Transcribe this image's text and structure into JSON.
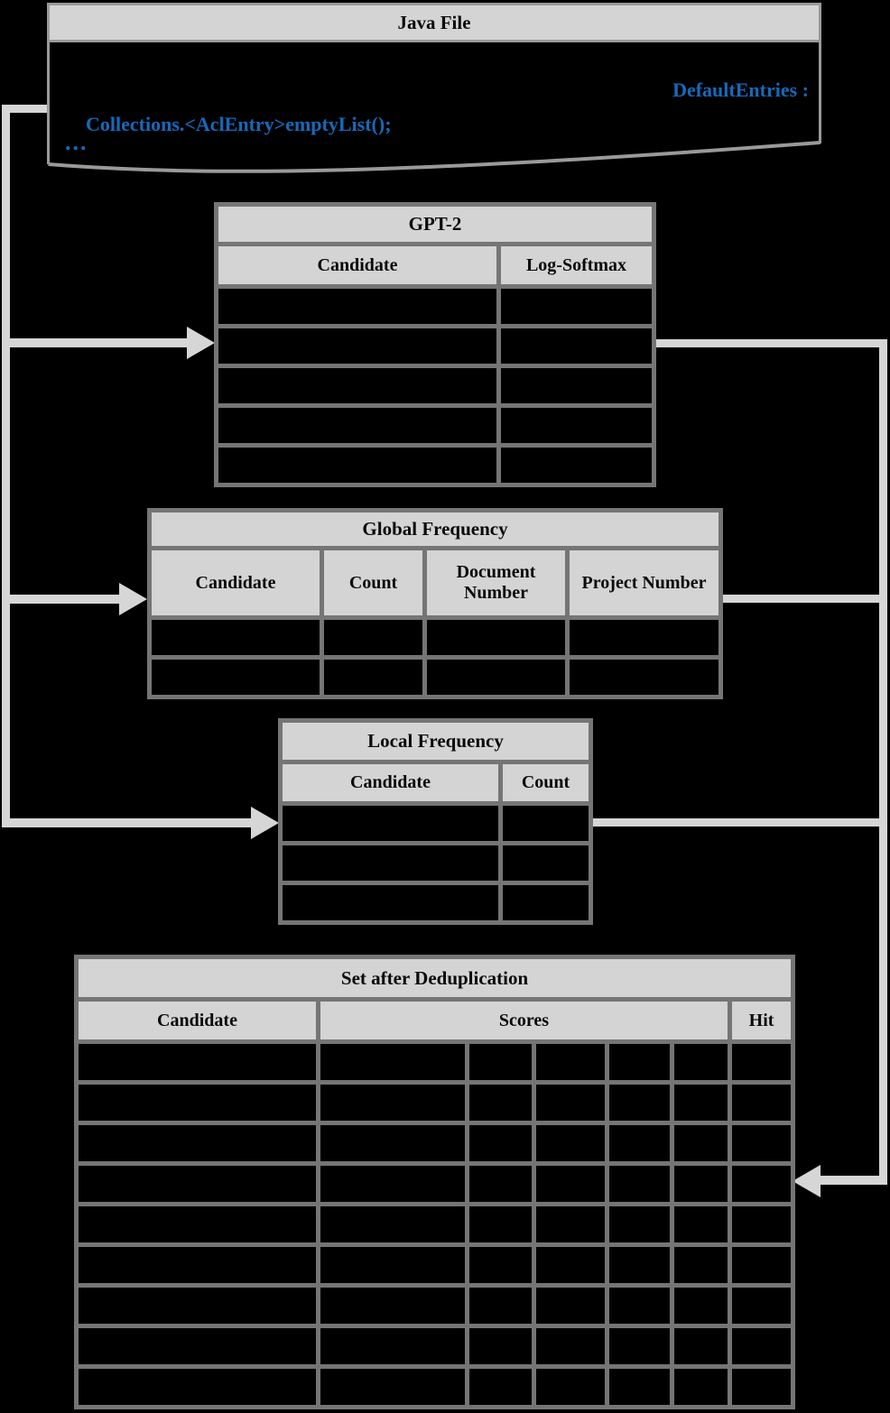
{
  "colors": {
    "background": "#000000",
    "header_fill": "#d4d4d4",
    "table_border": "#757575",
    "connector": "#d6d6d6",
    "box_border": "#9a9a9a",
    "code_blue": "#1769b9"
  },
  "java_file": {
    "title": "Java File",
    "code_line_1": "DefaultEntries :",
    "code_line_2": "Collections.<AclEntry>emptyList();",
    "code_line_3": "..."
  },
  "tables": {
    "gpt2": {
      "title": "GPT-2",
      "columns": [
        "Candidate",
        "Log-Softmax"
      ],
      "empty_data_rows": 5
    },
    "global_frequency": {
      "title": "Global Frequency",
      "columns": [
        "Candidate",
        "Count",
        "Document Number",
        "Project Number"
      ],
      "empty_data_rows": 2
    },
    "local_frequency": {
      "title": "Local Frequency",
      "columns": [
        "Candidate",
        "Count"
      ],
      "empty_data_rows": 3
    },
    "set_after_deduplication": {
      "title": "Set after Deduplication",
      "columns": [
        "Candidate",
        "Scores",
        "Hit"
      ],
      "scores_subcolumns": 5,
      "empty_data_rows": 9
    }
  }
}
